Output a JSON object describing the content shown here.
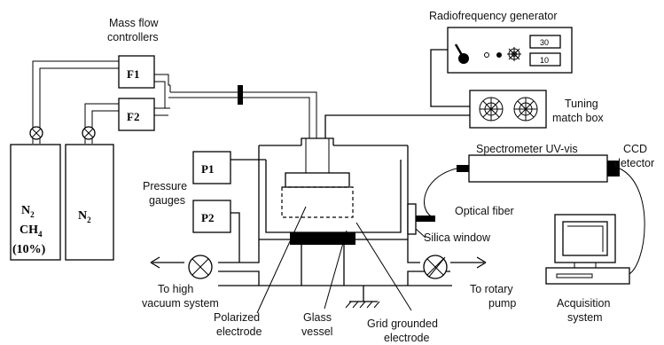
{
  "labels": {
    "rf_generator": "Radiofrequency generator",
    "mass_flow_1": "Mass flow",
    "mass_flow_2": "controllers",
    "tuning_1": "Tuning",
    "tuning_2": "match box",
    "spectrometer": "Spectrometer UV-vis",
    "ccd_1": "CCD",
    "ccd_2": "detector",
    "pressure_1": "Pressure",
    "pressure_2": "gauges",
    "optical_fiber": "Optical fiber",
    "silica_window": "Silica window",
    "to_high_1": "To high",
    "to_high_2": "vacuum system",
    "to_rotary_1": "To rotary",
    "to_rotary_2": "pump",
    "polarized_1": "Polarized",
    "polarized_2": "electrode",
    "glass_1": "Glass",
    "glass_2": "vessel",
    "grid_1": "Grid grounded",
    "grid_2": "electrode",
    "acquisition_1": "Acquisition",
    "acquisition_2": "system"
  },
  "boxes": {
    "f1": "F1",
    "f2": "F2",
    "p1": "P1",
    "p2": "P2"
  },
  "gauges": {
    "upper": "30",
    "lower": "10"
  },
  "cylinders": {
    "left_n": "N",
    "left_n_sub": "2",
    "left_ch": "CH",
    "left_ch_sub": "4",
    "left_pct": "(10%)",
    "right_n": "N",
    "right_n_sub": "2"
  }
}
